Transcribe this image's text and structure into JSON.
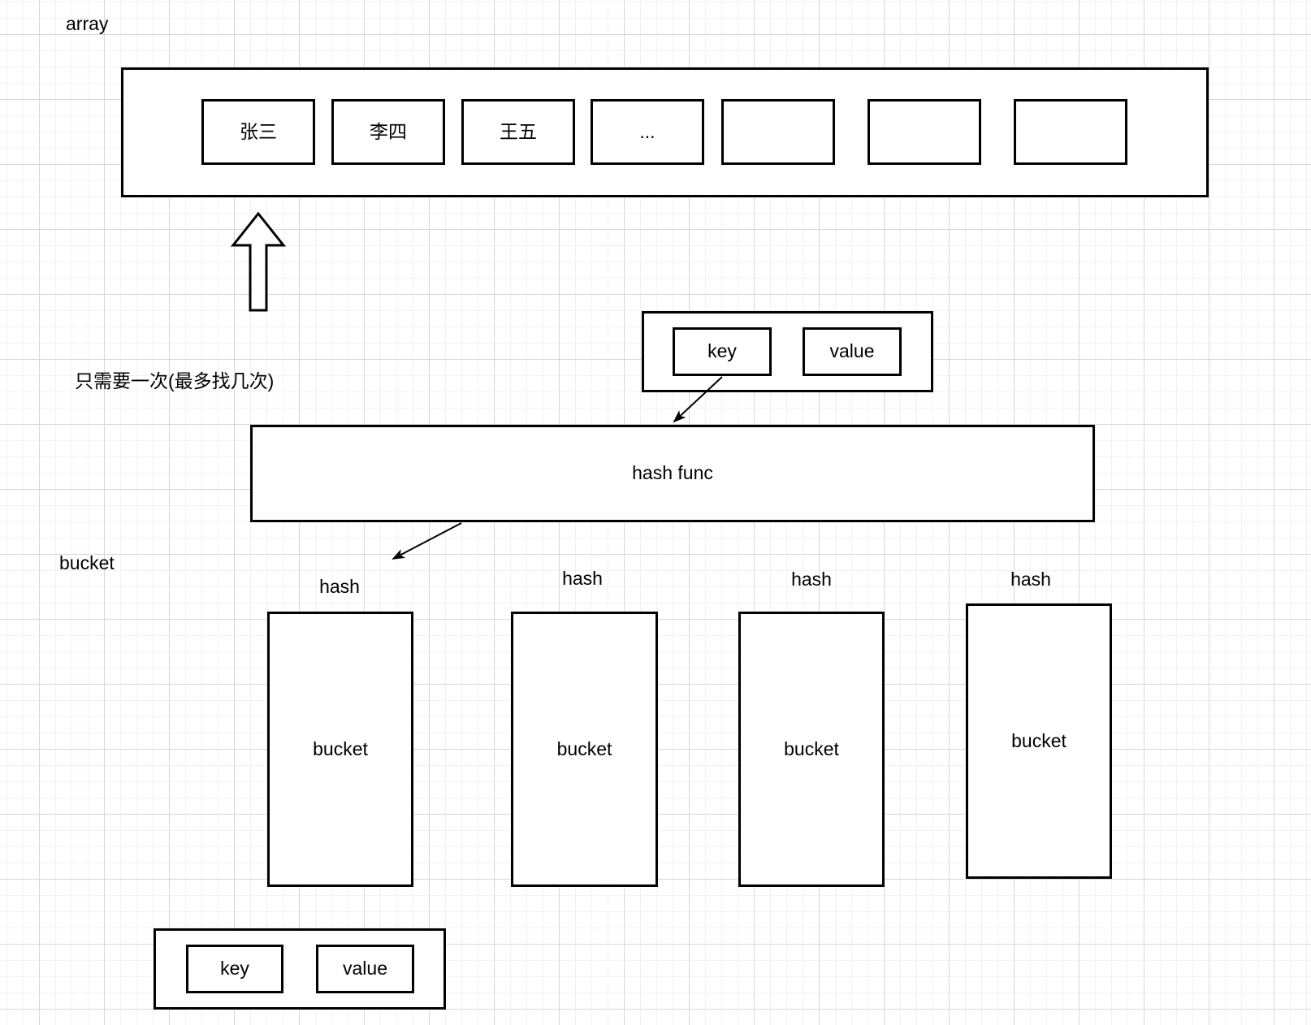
{
  "colors": {
    "stroke": "#000000",
    "canvas_background": "#ffffff",
    "grid_minor": "#f2f2f2",
    "grid_major": "#d7d7d7"
  },
  "array_section": {
    "label": "array",
    "cells": [
      "张三",
      "李四",
      "王五",
      "...",
      "",
      "",
      ""
    ]
  },
  "note": "只需要一次(最多找几次)",
  "kv_top": {
    "key": "key",
    "value": "value"
  },
  "hash_func_label": "hash func",
  "bucket_section": {
    "label": "bucket",
    "buckets": [
      {
        "hash_label": "hash",
        "label": "bucket"
      },
      {
        "hash_label": "hash",
        "label": "bucket"
      },
      {
        "hash_label": "hash",
        "label": "bucket"
      },
      {
        "hash_label": "hash",
        "label": "bucket"
      }
    ]
  },
  "kv_bottom": {
    "key": "key",
    "value": "value"
  },
  "icons": {
    "up_arrow": "hollow-up-arrow",
    "connector_arrowhead": "filled-arrowhead"
  }
}
